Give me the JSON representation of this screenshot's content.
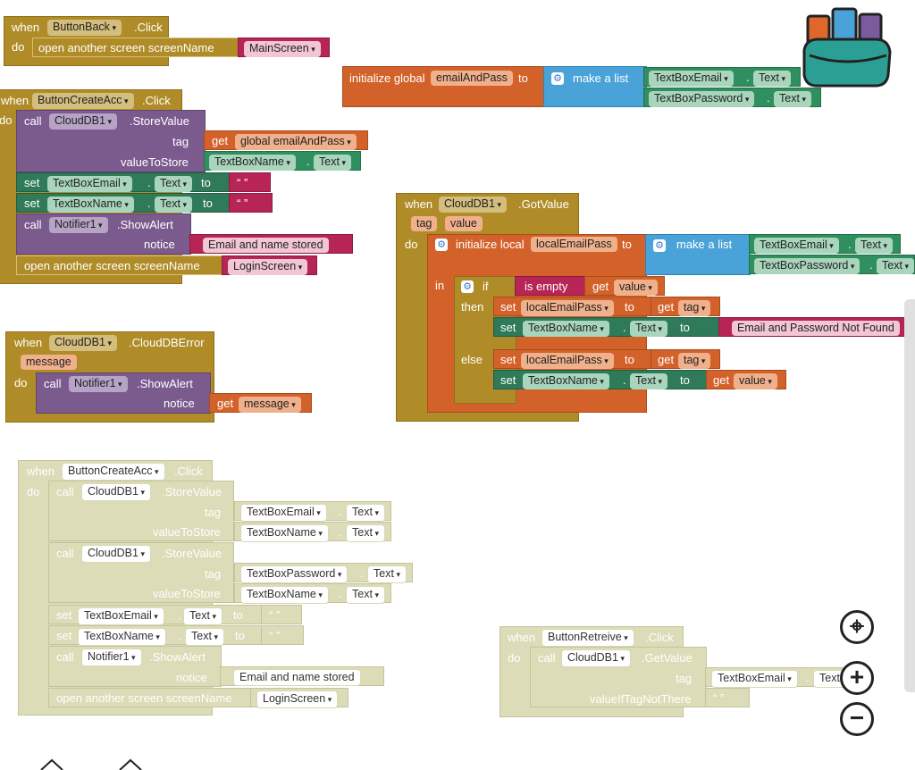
{
  "blocks": {
    "button_back": {
      "when": "when",
      "component": "ButtonBack",
      "event": ".Click",
      "do": "do",
      "open": "open another screen  screenName",
      "screen": "MainScreen"
    },
    "init_global": {
      "label": "initialize global",
      "name": "emailAndPass",
      "to": "to",
      "make_list": "make a list",
      "item1_comp": "TextBoxEmail",
      "item1_prop": "Text",
      "item2_comp": "TextBoxPassword",
      "item2_prop": "Text",
      "dot": "."
    },
    "create_acc": {
      "when": "when",
      "component": "ButtonCreateAcc",
      "event": ".Click",
      "do": "do",
      "call": "call",
      "db": "CloudDB1",
      "store": ".StoreValue",
      "tag": "tag",
      "get": "get",
      "get_var": "global emailAndPass",
      "value_to_store": "valueToStore",
      "tb_name": "TextBoxName",
      "text": "Text",
      "set": "set",
      "tb_email": "TextBoxEmail",
      "to": "to",
      "empty_str": "“ ”",
      "notifier": "Notifier1",
      "show_alert": ".ShowAlert",
      "notice": "notice",
      "notice_text": "Email and name stored",
      "open": "open another screen  screenName",
      "screen": "LoginScreen",
      "dot": "."
    },
    "db_error": {
      "when": "when",
      "component": "CloudDB1",
      "event": ".CloudDBError",
      "param": "message",
      "do": "do",
      "call": "call",
      "notifier": "Notifier1",
      "show_alert": ".ShowAlert",
      "notice": "notice",
      "get": "get",
      "get_var": "message"
    },
    "got_value": {
      "when": "when",
      "component": "CloudDB1",
      "event": ".GotValue",
      "param1": "tag",
      "param2": "value",
      "do": "do",
      "init_local": "initialize local",
      "local_name": "localEmailPass",
      "to": "to",
      "make_list": "make a list",
      "tb_email": "TextBoxEmail",
      "tb_pass": "TextBoxPassword",
      "text": "Text",
      "in": "in",
      "if": "if",
      "is_empty": "is empty",
      "get": "get",
      "value": "value",
      "then": "then",
      "set": "set",
      "tag": "tag",
      "tb_name": "TextBoxName",
      "not_found": "Email and Password Not Found",
      "else": "else",
      "dot": "."
    },
    "create_acc_disabled": {
      "when": "when",
      "component": "ButtonCreateAcc",
      "event": ".Click",
      "do": "do",
      "call": "call",
      "db": "CloudDB1",
      "store": ".StoreValue",
      "tag": "tag",
      "value_to_store": "valueToStore",
      "tb_email": "TextBoxEmail",
      "tb_name": "TextBoxName",
      "tb_pass": "TextBoxPassword",
      "text": "Text",
      "set": "set",
      "to": "to",
      "empty_str": "“ ”",
      "notifier": "Notifier1",
      "show_alert": ".ShowAlert",
      "notice": "notice",
      "notice_text": "Email and name stored",
      "open": "open another screen  screenName",
      "screen": "LoginScreen",
      "dot": "."
    },
    "retrieve_disabled": {
      "when": "when",
      "component": "ButtonRetreive",
      "event": ".Click",
      "do": "do",
      "call": "call",
      "db": "CloudDB1",
      "get_value": ".GetValue",
      "tag": "tag",
      "tb_email": "TextBoxEmail",
      "text": "Text",
      "value_if": "valueIfTagNotThere",
      "empty_str": "“ ”",
      "dot": "."
    }
  },
  "controls": {
    "center": "⌖",
    "zoom_in": "+",
    "zoom_out": "−"
  },
  "icons": {
    "backpack": "backpack-icon",
    "gear": "gear-icon"
  }
}
